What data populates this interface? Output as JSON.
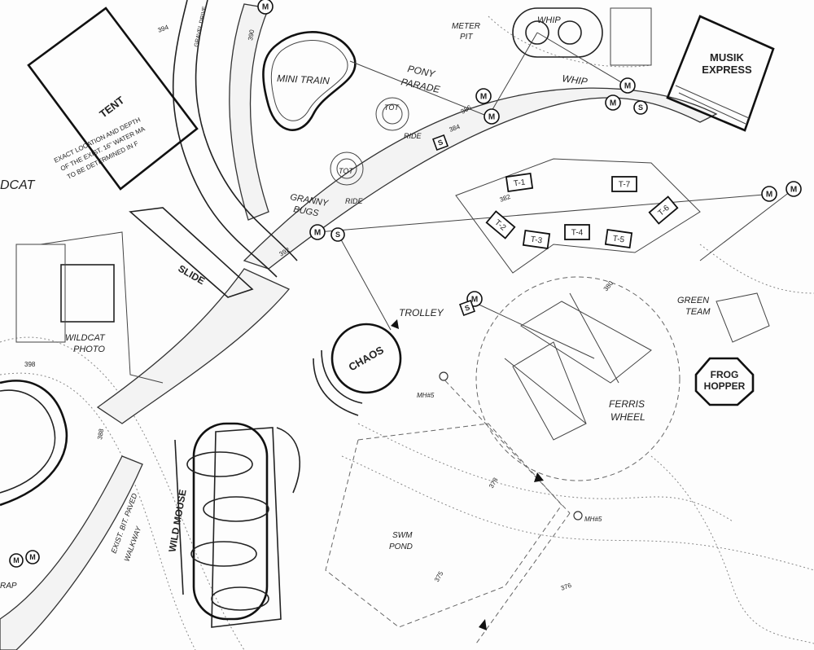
{
  "labels": {
    "tent": "TENT",
    "mini_train": "MINI TRAIN",
    "pony_parade": "PONY PARADE",
    "whip_top": "WHIP",
    "whip_side": "WHIP",
    "meter_pit": "METER PIT",
    "musik_express": [
      "MUSIK",
      "EXPRESS"
    ],
    "granny_bugs": [
      "GRANNY",
      "BUGS"
    ],
    "slide": "SLIDE",
    "chaos": "CHAOS",
    "trolley": "TROLLEY",
    "green_team": [
      "GREEN",
      "TEAM"
    ],
    "frog_hopper": [
      "FROG",
      "HOPPER"
    ],
    "ferris_wheel": [
      "FERRIS",
      "WHEEL"
    ],
    "wildcat_left": "DCAT",
    "wildcat_photo": [
      "WILDCAT",
      "PHOTO"
    ],
    "wild_mouse": "WILD MOUSE",
    "swim_pond": [
      "SWM",
      "POND"
    ],
    "tot_ride_1": "TOT",
    "tot_ride_2": "TOT",
    "ride_1": "RIDE",
    "ride_2": "RIDE",
    "water_note": [
      "EXACT LOCATION AND DEPTH",
      "OF THE EXIST. 16\" WATER MA",
      "TO BE DETERMINED IN F"
    ],
    "walkway_note": [
      "EXIST. BIT. PAVED",
      "WALKWAY"
    ],
    "gravel_drive": "GRAVEL DRIVE",
    "mh_1": "MH#5",
    "mh_2": "MH#5",
    "rap": "RAP"
  },
  "tables": [
    "T-1",
    "T-2",
    "T-3",
    "T-4",
    "T-5",
    "T-6",
    "T-7"
  ],
  "elevations": [
    "394",
    "390",
    "386",
    "384",
    "382",
    "380",
    "378",
    "376",
    "375",
    "398",
    "392",
    "388"
  ],
  "markers": {
    "meter": "M",
    "service": "S"
  }
}
